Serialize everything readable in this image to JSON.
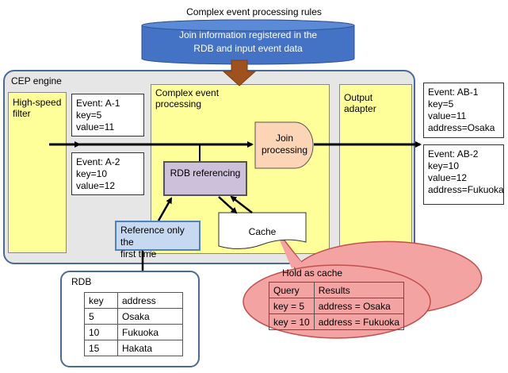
{
  "title": "Complex event processing rules",
  "rules_box": {
    "line1": "Join information registered in the",
    "line2": "RDB and input event data"
  },
  "engine": {
    "label": "CEP engine"
  },
  "filter": {
    "line1": "High-speed",
    "line2": "filter"
  },
  "cep": {
    "line1": "Complex event",
    "line2": "processing"
  },
  "output_adapter": {
    "line1": "Output",
    "line2": "adapter"
  },
  "input_events": [
    {
      "name": "Event: A-1",
      "key": "key=5",
      "value": "value=11"
    },
    {
      "name": "Event: A-2",
      "key": "key=10",
      "value": "value=12"
    }
  ],
  "output_events": [
    {
      "name": "Event: AB-1",
      "key": "key=5",
      "value": "value=11",
      "address": "address=Osaka"
    },
    {
      "name": "Event: AB-2",
      "key": "key=10",
      "value": "value=12",
      "address": "address=Fukuoka"
    }
  ],
  "join": {
    "line1": "Join",
    "line2": "processing"
  },
  "rdb_referencing": "RDB referencing",
  "reference_note": {
    "line1": "Reference only the",
    "line2": "first time"
  },
  "cache": "Cache",
  "hold_cache": {
    "label": "Hold as cache",
    "headers": [
      "Query",
      "Results"
    ],
    "rows": [
      [
        "key = 5",
        "address = Osaka"
      ],
      [
        "key = 10",
        "address = Fukuoka"
      ]
    ]
  },
  "rdb": {
    "label": "RDB",
    "headers": [
      "key",
      "address"
    ],
    "rows": [
      [
        "5",
        "Osaka"
      ],
      [
        "10",
        "Fukuoka"
      ],
      [
        "15",
        "Hakata"
      ]
    ]
  },
  "colors": {
    "engine_bg": "#e6e6e6",
    "engine_border": "#4a6b95",
    "yellow": "#ffff99",
    "rules_blue": "#4472c4",
    "join_fill": "#fbd5b5",
    "rdbref_fill": "#ccc0da",
    "note_fill": "#c6d9f1",
    "callout_fill": "#f4a3a3",
    "arrow_brown": "#a0521e"
  }
}
